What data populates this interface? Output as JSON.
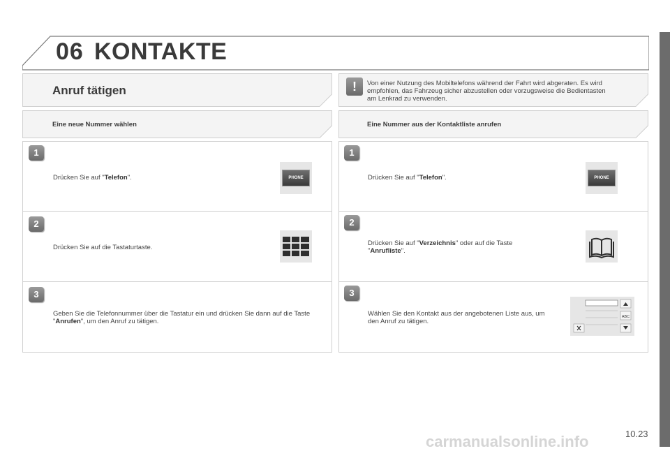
{
  "header": {
    "chapter_number": "06",
    "chapter_title": "KONTAKTE"
  },
  "left": {
    "section_title": "Anruf tätigen",
    "subtitle": "Eine neue Nummer wählen",
    "steps": [
      {
        "number": "1",
        "pre": "Drücken Sie auf \"",
        "bold": "Telefon",
        "post": "\".",
        "icon": "phone-button-icon"
      },
      {
        "number": "2",
        "text": "Drücken Sie auf die Tastaturtaste.",
        "icon": "keypad-icon"
      },
      {
        "number": "3",
        "pre": "Geben Sie die Telefonnummer über die Tastatur ein und drücken Sie dann auf die Taste \"",
        "bold": "Anrufen",
        "post": "\", um den Anruf zu tätigen."
      }
    ]
  },
  "right": {
    "warning_text": "Von einer Nutzung des Mobiltelefons während der Fahrt wird abgeraten. Es wird empfohlen, das Fahrzeug sicher abzustellen oder vorzugsweise die Bedientasten am Lenkrad zu verwenden.",
    "subtitle": "Eine Nummer aus der Kontaktliste anrufen",
    "steps": [
      {
        "number": "1",
        "pre": "Drücken Sie auf \"",
        "bold": "Telefon",
        "post": "\".",
        "icon": "phone-button-icon"
      },
      {
        "number": "2",
        "pre": "Drücken Sie auf \"",
        "bold": "Verzeichnis",
        "mid": "\" oder auf die Taste \"",
        "bold2": "Anrufliste",
        "post": "\".",
        "icon": "book-icon"
      },
      {
        "number": "3",
        "text": "Wählen Sie den Kontakt aus der angebotenen Liste aus, um den Anruf zu tätigen.",
        "icon": "contact-list-screen-icon"
      }
    ]
  },
  "phone_label": "PHONE",
  "abc_label": "ABC",
  "page_number": "10.23",
  "watermark": "carmanualsonline.info"
}
